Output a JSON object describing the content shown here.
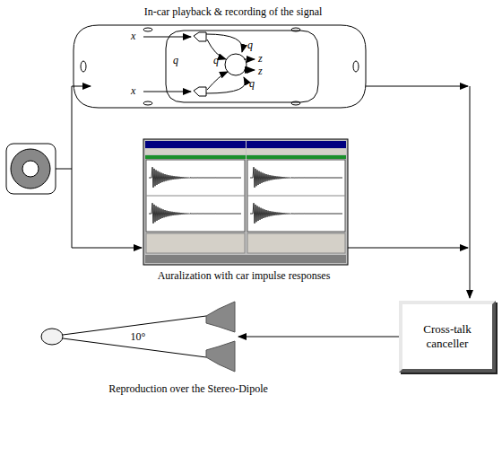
{
  "diagram": {
    "nodes": [
      {
        "text": [
          "Cross-talk canceller"
        ]
      }
    ],
    "labels": [
      "In-car playback & recording of the signal",
      "x",
      "x",
      "q",
      "q",
      "q",
      "q",
      "z",
      "z",
      "Auralization with car impulse responses",
      "10°",
      "Reproduction over the Stereo-Dipole"
    ]
  }
}
